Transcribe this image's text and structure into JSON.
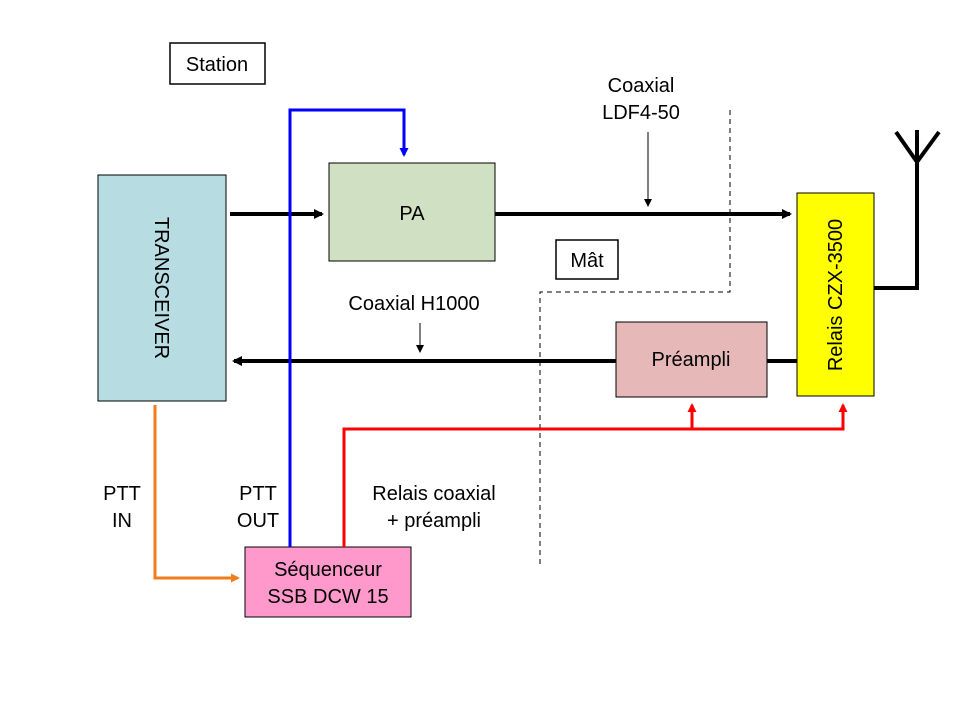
{
  "blocks": {
    "station": "Station",
    "mat": "Mât",
    "transceiver": "TRANSCEIVER",
    "pa": "PA",
    "preampli": "Préampli",
    "relais": "Relais CZX-3500",
    "sequenceur_line1": "Séquenceur",
    "sequenceur_line2": "SSB DCW 15"
  },
  "labels": {
    "coaxial_ldf_line1": "Coaxial",
    "coaxial_ldf_line2": "LDF4-50",
    "coaxial_h1000": "Coaxial H1000",
    "ptt_in_line1": "PTT",
    "ptt_in_line2": "IN",
    "ptt_out_line1": "PTT",
    "ptt_out_line2": "OUT",
    "relais_coax_line1": "Relais coaxial",
    "relais_coax_line2": "+ préampli"
  },
  "colors": {
    "transceiver_fill": "#b7dde3",
    "pa_fill": "#cfe0c3",
    "preampli_fill": "#e6b9b8",
    "relais_fill": "#ffff00",
    "sequenceur_fill": "#ff99cc",
    "ptt_out_line": "#0000ff",
    "ptt_in_line": "#f07d1b",
    "control_line": "#ff0000",
    "coax_line": "#000000"
  }
}
